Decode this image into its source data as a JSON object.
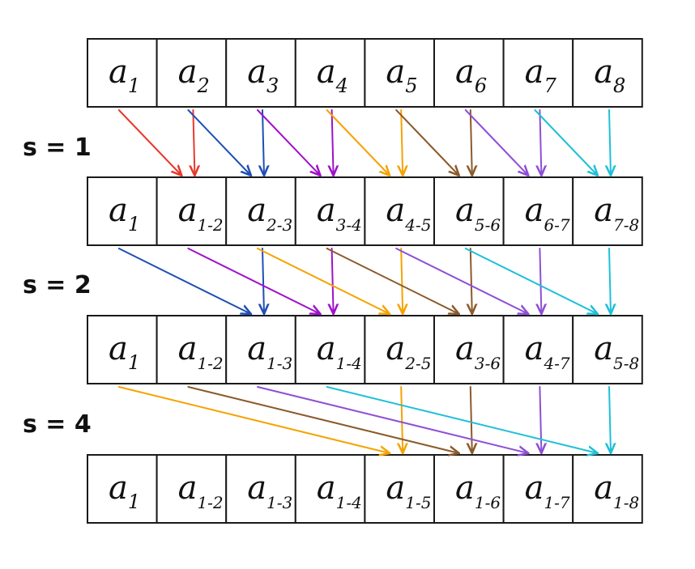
{
  "colors": {
    "red": "#e8392a",
    "blue": "#1f4fb5",
    "magenta": "#a011c9",
    "orange": "#f5a300",
    "brown": "#8b5a2b",
    "purple": "#8e4fd6",
    "cyan": "#1ec0d8",
    "cell_border": "#1a1a1a"
  },
  "steps": [
    "s = 1",
    "s = 2",
    "s = 4"
  ],
  "rows": [
    {
      "cells": [
        {
          "base": "a",
          "sub": "1"
        },
        {
          "base": "a",
          "sub": "2"
        },
        {
          "base": "a",
          "sub": "3"
        },
        {
          "base": "a",
          "sub": "4"
        },
        {
          "base": "a",
          "sub": "5"
        },
        {
          "base": "a",
          "sub": "6"
        },
        {
          "base": "a",
          "sub": "7"
        },
        {
          "base": "a",
          "sub": "8"
        }
      ]
    },
    {
      "cells": [
        {
          "base": "a",
          "sub": "1"
        },
        {
          "base": "a",
          "sub": "1-2"
        },
        {
          "base": "a",
          "sub": "2-3"
        },
        {
          "base": "a",
          "sub": "3-4"
        },
        {
          "base": "a",
          "sub": "4-5"
        },
        {
          "base": "a",
          "sub": "5-6"
        },
        {
          "base": "a",
          "sub": "6-7"
        },
        {
          "base": "a",
          "sub": "7-8"
        }
      ]
    },
    {
      "cells": [
        {
          "base": "a",
          "sub": "1"
        },
        {
          "base": "a",
          "sub": "1-2"
        },
        {
          "base": "a",
          "sub": "1-3"
        },
        {
          "base": "a",
          "sub": "1-4"
        },
        {
          "base": "a",
          "sub": "2-5"
        },
        {
          "base": "a",
          "sub": "3-6"
        },
        {
          "base": "a",
          "sub": "4-7"
        },
        {
          "base": "a",
          "sub": "5-8"
        }
      ]
    },
    {
      "cells": [
        {
          "base": "a",
          "sub": "1"
        },
        {
          "base": "a",
          "sub": "1-2"
        },
        {
          "base": "a",
          "sub": "1-3"
        },
        {
          "base": "a",
          "sub": "1-4"
        },
        {
          "base": "a",
          "sub": "1-5"
        },
        {
          "base": "a",
          "sub": "1-6"
        },
        {
          "base": "a",
          "sub": "1-7"
        },
        {
          "base": "a",
          "sub": "1-8"
        }
      ]
    }
  ],
  "transitions": [
    {
      "step": "s = 1",
      "edges": [
        {
          "from": 0,
          "to": 1,
          "color": "red"
        },
        {
          "from": 1,
          "to": 1,
          "color": "red"
        },
        {
          "from": 1,
          "to": 2,
          "color": "blue"
        },
        {
          "from": 2,
          "to": 2,
          "color": "blue"
        },
        {
          "from": 2,
          "to": 3,
          "color": "magenta"
        },
        {
          "from": 3,
          "to": 3,
          "color": "magenta"
        },
        {
          "from": 3,
          "to": 4,
          "color": "orange"
        },
        {
          "from": 4,
          "to": 4,
          "color": "orange"
        },
        {
          "from": 4,
          "to": 5,
          "color": "brown"
        },
        {
          "from": 5,
          "to": 5,
          "color": "brown"
        },
        {
          "from": 5,
          "to": 6,
          "color": "purple"
        },
        {
          "from": 6,
          "to": 6,
          "color": "purple"
        },
        {
          "from": 6,
          "to": 7,
          "color": "cyan"
        },
        {
          "from": 7,
          "to": 7,
          "color": "cyan"
        }
      ]
    },
    {
      "step": "s = 2",
      "edges": [
        {
          "from": 0,
          "to": 2,
          "color": "blue"
        },
        {
          "from": 2,
          "to": 2,
          "color": "blue"
        },
        {
          "from": 1,
          "to": 3,
          "color": "magenta"
        },
        {
          "from": 3,
          "to": 3,
          "color": "magenta"
        },
        {
          "from": 2,
          "to": 4,
          "color": "orange"
        },
        {
          "from": 4,
          "to": 4,
          "color": "orange"
        },
        {
          "from": 3,
          "to": 5,
          "color": "brown"
        },
        {
          "from": 5,
          "to": 5,
          "color": "brown"
        },
        {
          "from": 4,
          "to": 6,
          "color": "purple"
        },
        {
          "from": 6,
          "to": 6,
          "color": "purple"
        },
        {
          "from": 5,
          "to": 7,
          "color": "cyan"
        },
        {
          "from": 7,
          "to": 7,
          "color": "cyan"
        }
      ]
    },
    {
      "step": "s = 4",
      "edges": [
        {
          "from": 0,
          "to": 4,
          "color": "orange"
        },
        {
          "from": 4,
          "to": 4,
          "color": "orange"
        },
        {
          "from": 1,
          "to": 5,
          "color": "brown"
        },
        {
          "from": 5,
          "to": 5,
          "color": "brown"
        },
        {
          "from": 2,
          "to": 6,
          "color": "purple"
        },
        {
          "from": 6,
          "to": 6,
          "color": "purple"
        },
        {
          "from": 3,
          "to": 7,
          "color": "cyan"
        },
        {
          "from": 7,
          "to": 7,
          "color": "cyan"
        }
      ]
    }
  ]
}
